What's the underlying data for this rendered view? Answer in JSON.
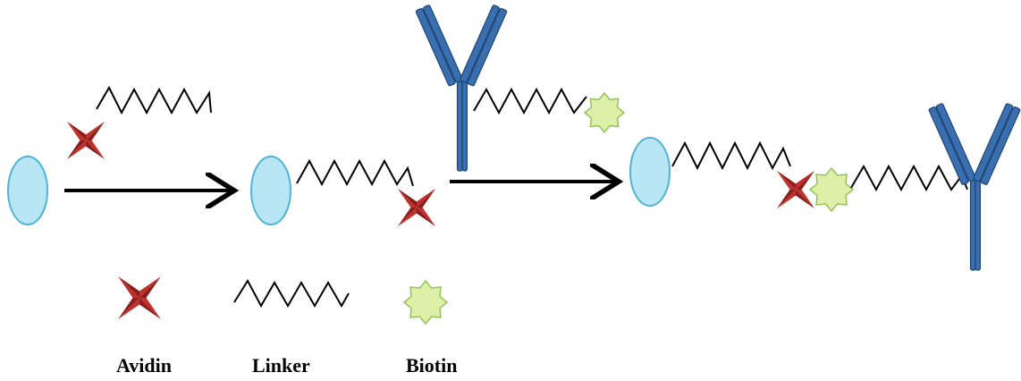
{
  "colors": {
    "bead_fill": "#b8e6f5",
    "bead_stroke": "#4fb4d8",
    "avidin_fill": "#c0312c",
    "avidin_dark": "#8e1e1c",
    "biotin_fill": "#dcf0a8",
    "biotin_stroke": "#95c25a",
    "antibody_fill": "#3a6faf",
    "antibody_stroke": "#1f4577",
    "linker": "#000000",
    "arrow": "#000000"
  },
  "components": {
    "bead": {
      "icon": "oval-bead-icon"
    },
    "avidin": {
      "icon": "four-point-star-icon"
    },
    "linker": {
      "icon": "zigzag-icon"
    },
    "biotin": {
      "icon": "eight-point-star-icon"
    },
    "antibody": {
      "icon": "y-shaped-antibody-icon"
    }
  },
  "legend": {
    "avidin_label": "Avidin",
    "linker_label": "Linker",
    "biotin_label": "Biotin"
  }
}
